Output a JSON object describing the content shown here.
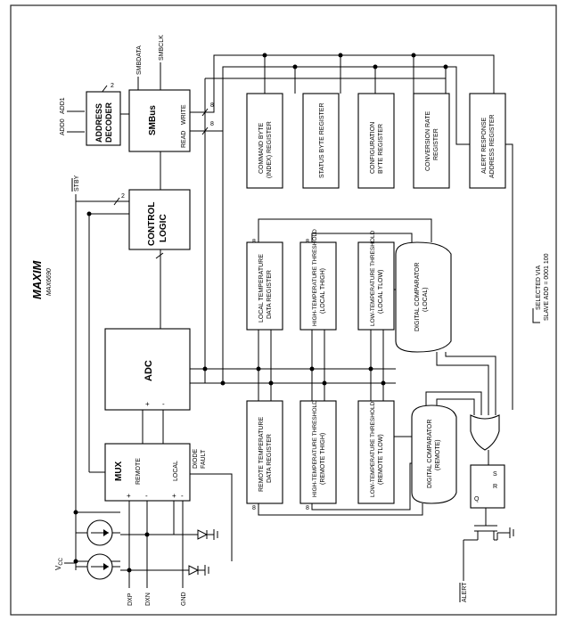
{
  "blocks": {
    "address_decoder": {
      "line1": "ADDRESS",
      "line2": "DECODER"
    },
    "smbus": {
      "title": "SMBus",
      "write": "WRITE",
      "read": "READ"
    },
    "control_logic": {
      "line1": "CONTROL",
      "line2": "LOGIC"
    },
    "adc": {
      "title": "ADC",
      "plus": "+",
      "minus": "-"
    },
    "mux": {
      "title": "MUX",
      "remote": "REMOTE",
      "local": "LOCAL",
      "plus": "+",
      "minus": "-"
    }
  },
  "pins": {
    "smbdata": "SMBDATA",
    "smbclk": "SMBCLK",
    "add0": "ADD0",
    "add1": "ADD1",
    "stby": "STBY",
    "vcc": "V",
    "vcc_sub": "CC",
    "dxp": "DXP",
    "dxn": "DXN",
    "gnd": "GND",
    "alert": "ALERT",
    "diode_fault_1": "DIODE",
    "diode_fault_2": "FAULT"
  },
  "bus_widths": {
    "addr": "2",
    "write": "8",
    "read": "8",
    "ctrl": "2",
    "w8": "8"
  },
  "registers_top": [
    {
      "line1": "COMMAND BYTE",
      "line2": "(INDEX) REGISTER"
    },
    {
      "line1": "STATUS BYTE REGISTER",
      "line2": ""
    },
    {
      "line1": "CONFIGURATION",
      "line2": "BYTE REGISTER"
    },
    {
      "line1": "CONVERSION RATE",
      "line2": "REGISTER"
    },
    {
      "line1": "ALERT RESPONSE",
      "line2": "ADDRESS REGISTER"
    }
  ],
  "registers_local": [
    {
      "line1": "LOCAL TEMPERATURE",
      "line2": "DATA REGISTER"
    },
    {
      "line1": "HIGH-TEMPERATURE THRESHOLD",
      "line2": "(LOCAL THIGH)"
    },
    {
      "line1": "LOW-TEMPERATURE THRESHOLD",
      "line2": "(LOCAL TLOW)"
    }
  ],
  "registers_remote": [
    {
      "line1": "REMOTE TEMPERATURE",
      "line2": "DATA REGISTER"
    },
    {
      "line1": "HIGH-TEMPERATURE THRESHOLD",
      "line2": "(REMOTE THIGH)"
    },
    {
      "line1": "LOW-TEMPERATURE THRESHOLD",
      "line2": "(REMOTE TLOW)"
    }
  ],
  "comparators": {
    "local": {
      "line1": "DIGITAL COMPARATOR",
      "line2": "(LOCAL)"
    },
    "remote": {
      "line1": "DIGITAL COMPARATOR",
      "line2": "(REMOTE)"
    }
  },
  "latch": {
    "s": "S",
    "r": "R",
    "q": "Q"
  },
  "note": {
    "line1": "SELECTED VIA",
    "line2": "SLAVE ADD = 0001 100"
  },
  "logo": {
    "brand": "MAXIM",
    "part": "MAX6690"
  }
}
